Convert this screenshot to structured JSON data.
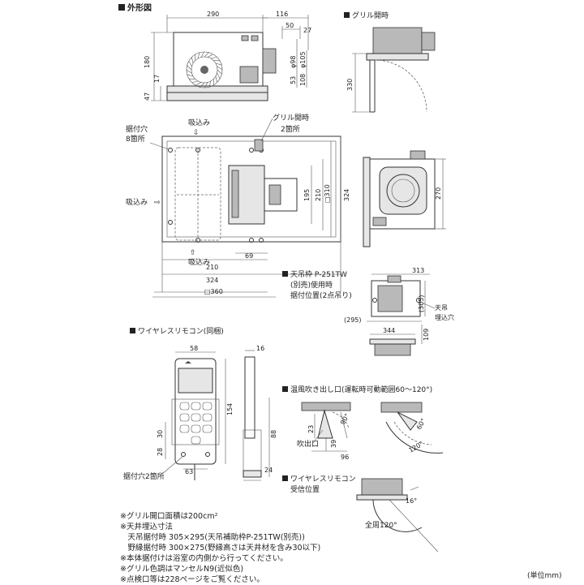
{
  "headings": {
    "outline": "外形図",
    "grill_open": "グリル開時",
    "ceiling_frame_lines": [
      "天吊枠 P-251TW",
      "(別売)使用時",
      "据付位置(2点吊り)"
    ],
    "remote": "ワイヤレスリモコン(同梱)",
    "warm_air": "温風吹き出し口(運転時可動範囲60～120°)",
    "receiver_lines": [
      "ワイヤレスリモコン",
      "受信位置"
    ]
  },
  "labels": {
    "intake_top": "吸込み",
    "intake_left": "吸込み",
    "intake_bottom": "吸込み",
    "mount_holes": [
      "据付穴",
      "8箇所"
    ],
    "grill_open_tag": "グリル開時",
    "two_places": "2箇所",
    "ceiling_mount_hole": [
      "天吊",
      "埋込穴"
    ],
    "outlet": "吹出口",
    "remote_mount_holes": "据付穴2箇所",
    "receiver_range": "全周120°",
    "unit": "(単位mm)"
  },
  "dims": {
    "top_w": "290",
    "top_w2": "116",
    "d50": "50",
    "d27": "27",
    "d180": "180",
    "d17": "17",
    "d47": "47",
    "d53": "53",
    "d108": "108",
    "dia98": "φ98",
    "dia105": "φ105",
    "d330": "330",
    "d195": "195",
    "d210v": "210",
    "sq310": "□310",
    "d324v": "324",
    "d270": "270",
    "d210h": "210",
    "d69": "69",
    "d324h": "324",
    "sq360": "□360",
    "d313": "313",
    "d305": "(305)",
    "d295": "(295)",
    "d344": "344",
    "d109": "109",
    "r58": "58",
    "r16": "16",
    "r154": "154",
    "r88": "88",
    "r30": "30",
    "r28": "28",
    "r24": "24",
    "r63": "63",
    "a23": "23",
    "a39": "39",
    "a96": "96",
    "deg90": "90°",
    "deg60": "60°",
    "deg120": "120°",
    "deg16": "16°"
  },
  "notes": [
    "※グリル開口面積は200cm²",
    "※天井埋込寸法",
    "　天吊据付時 305×295(天吊補助枠P-251TW(別売))",
    "　野縁据付時 300×275(野縁高さは天井材を含み30以下)",
    "※本体据付けは浴室の内側から行ってください。",
    "※グリル色調はマンセルN9(近似色)",
    "※点検口等は228ページをご覧ください。"
  ],
  "colors": {
    "line": "#333333",
    "fill_light": "#e6e6e6",
    "fill_dark": "#b9b9b9"
  }
}
